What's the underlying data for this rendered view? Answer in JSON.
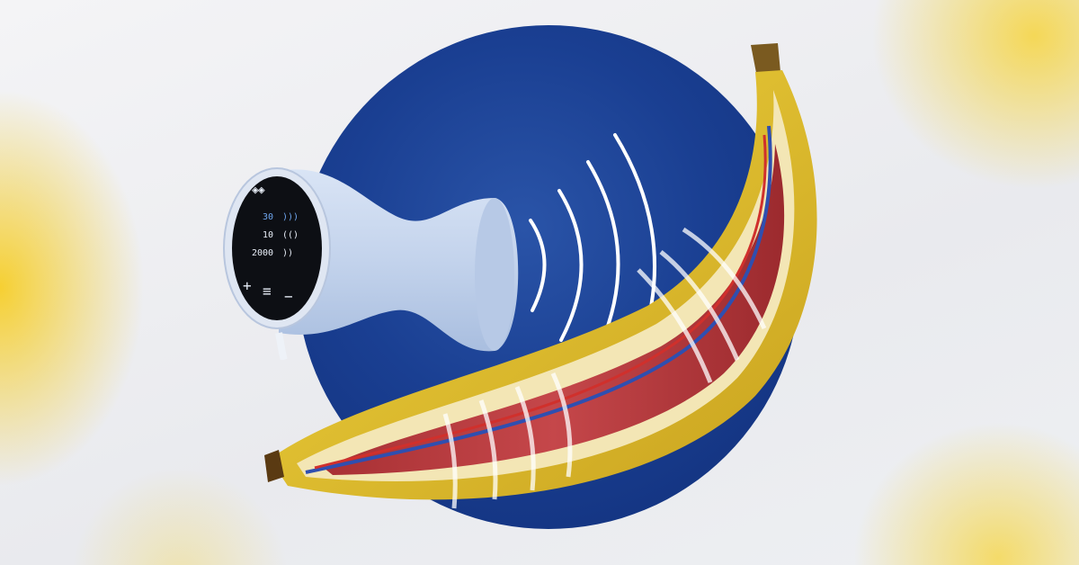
{
  "scene": {
    "description": "Blue ultrasound-style device emitting sound waves toward a sliced banana illustrated with anatomical muscle and blood vessel detail",
    "colors": {
      "background": "#eeeff1",
      "accent_yellow": "#f6ce28",
      "circle_blue": "#1a3f92",
      "device_body": "#c7d6ee",
      "device_screen": "#0d0f14",
      "banana_peel": "#e2c12c",
      "banana_flesh": "#f3e6b5",
      "muscle_red": "#b8383c",
      "vessel_red": "#d0302c",
      "vessel_blue": "#2f4fb0",
      "wave_white": "#ffffff"
    }
  },
  "device": {
    "logo": "logo-icon",
    "readouts": [
      {
        "value": "30",
        "icon": "waves-icon"
      },
      {
        "value": "10",
        "icon": "pulse-icon"
      },
      {
        "value": "2000",
        "icon": "signal-icon"
      }
    ],
    "controls": {
      "plus": "+",
      "menu": "≡",
      "minus": "−"
    }
  }
}
